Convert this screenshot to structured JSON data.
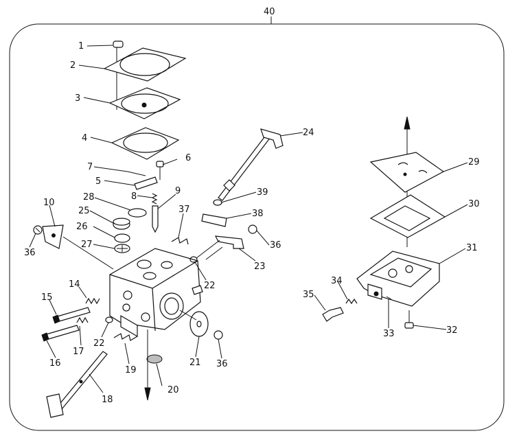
{
  "diagram": {
    "assembly_label": "40",
    "callouts": [
      "1",
      "2",
      "3",
      "4",
      "5",
      "6",
      "7",
      "8",
      "9",
      "10",
      "14",
      "15",
      "16",
      "17",
      "18",
      "19",
      "20",
      "21",
      "22",
      "22",
      "23",
      "24",
      "25",
      "26",
      "27",
      "28",
      "29",
      "30",
      "31",
      "32",
      "33",
      "34",
      "35",
      "36",
      "36",
      "36",
      "37",
      "38",
      "39"
    ]
  }
}
